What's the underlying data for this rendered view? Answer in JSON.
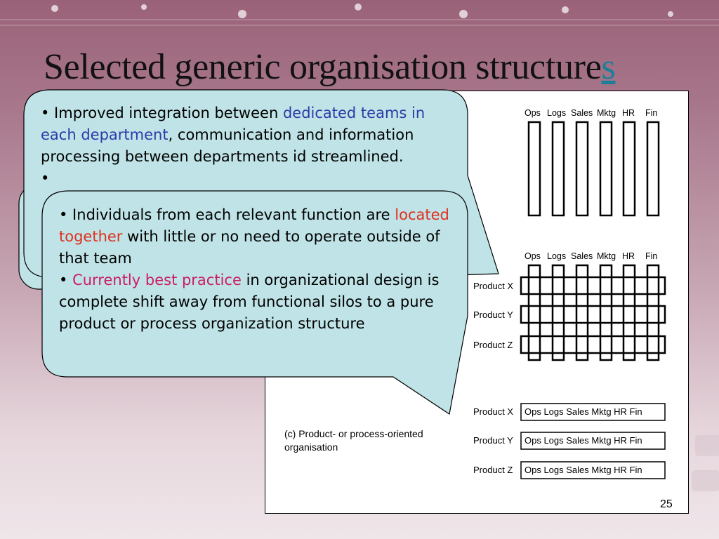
{
  "title": {
    "main": "Selected generic organisation structure",
    "accent": "s"
  },
  "functions": [
    "Ops",
    "Logs",
    "Sales",
    "Mktg",
    "HR",
    "Fin"
  ],
  "products": [
    "Product X",
    "Product Y",
    "Product Z"
  ],
  "product_row_text": "Ops Logs Sales Mktg HR  Fin",
  "caption_c": {
    "line1": "(c) Product- or process-oriented",
    "line2": "organisation"
  },
  "page_number": "25",
  "bubble1": {
    "p1_a": "• Improved integration between ",
    "p1_b": "dedicated teams in each department",
    "p1_c": ", communication and information processing between departments id streamlined.",
    "p2_partial": "•"
  },
  "bubble2": {
    "p1_a": "• Individuals from each relevant function are ",
    "p1_b": "located together",
    "p1_c": " with little or no need to operate outside of that team",
    "p2_a": "• ",
    "p2_b": "Currently best practice",
    "p2_c": " in organizational design is complete shift away from functional silos to a pure product or process organization structure"
  },
  "colors": {
    "bubble_fill": "#bfe3e6",
    "accent_blue": "#2d3aa8",
    "accent_red": "#e0301e",
    "accent_magenta": "#cc1b63",
    "title_accent": "#1a7f9a"
  }
}
